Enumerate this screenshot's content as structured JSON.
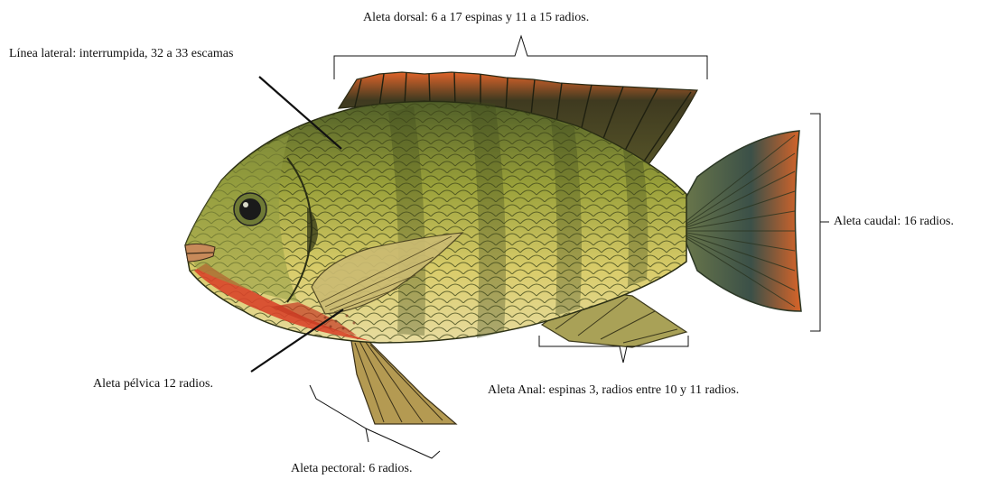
{
  "labels": {
    "dorsal": "Aleta dorsal: 6 a 17 espinas  y 11 a 15 radios.",
    "lateral": "Línea lateral: interrumpida,  32 a 33 escamas",
    "caudal": "Aleta caudal: 16 radios.",
    "pelvica": "Aleta pélvica 12 radios.",
    "anal": "Aleta Anal: espinas 3, radios entre 10 y 11 radios.",
    "pectoral": "Aleta pectoral: 6 radios."
  },
  "colors": {
    "body": "#b7a73a",
    "back": "#5d6b2e",
    "belly": "#e0d38a",
    "throat": "#d8452a",
    "fin_tip": "#e0642a",
    "tail": "#3b5048",
    "line": "#111111"
  }
}
